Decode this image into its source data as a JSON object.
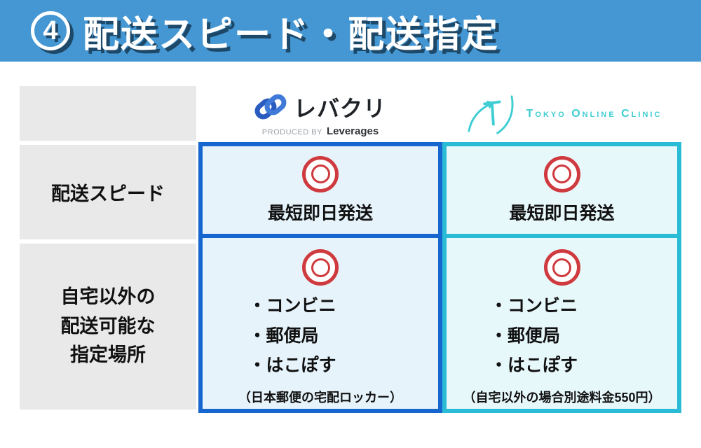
{
  "header": {
    "number": "4",
    "title": "配送スピード・配送指定",
    "bg_color": "#4597d3",
    "shadow_color": "#1d4868"
  },
  "table": {
    "mark_icon": "double-circle-icon",
    "mark_color": "#cf3a3e",
    "rows": [
      {
        "label": "配送スピード"
      },
      {
        "label_lines": [
          "自宅以外の",
          "配送可能な",
          "指定場所"
        ]
      }
    ],
    "columns": [
      {
        "name": "レバクリ",
        "logo_text": "レバクリ",
        "logo_sub_prefix": "PRODUCED BY",
        "logo_sub_brand": "Leverages",
        "accent_color": "#1567cf",
        "cell_bg": "#e6f3fb",
        "speed_text": "最短即日発送",
        "locations_items": [
          "・コンビニ",
          "・郵便局",
          "・はこぽす"
        ],
        "locations_note": "（日本郵便の宅配ロッカー）"
      },
      {
        "name": "Tokyo Online Clinic",
        "logo_text": "Tokyo Online Clinic",
        "accent_color": "#2abcd6",
        "cell_bg": "#e7f8fb",
        "speed_text": "最短即日発送",
        "locations_items": [
          "・コンビニ",
          "・郵便局",
          "・はこぽす"
        ],
        "locations_note": "（自宅以外の場合別途料金550円）"
      }
    ]
  }
}
